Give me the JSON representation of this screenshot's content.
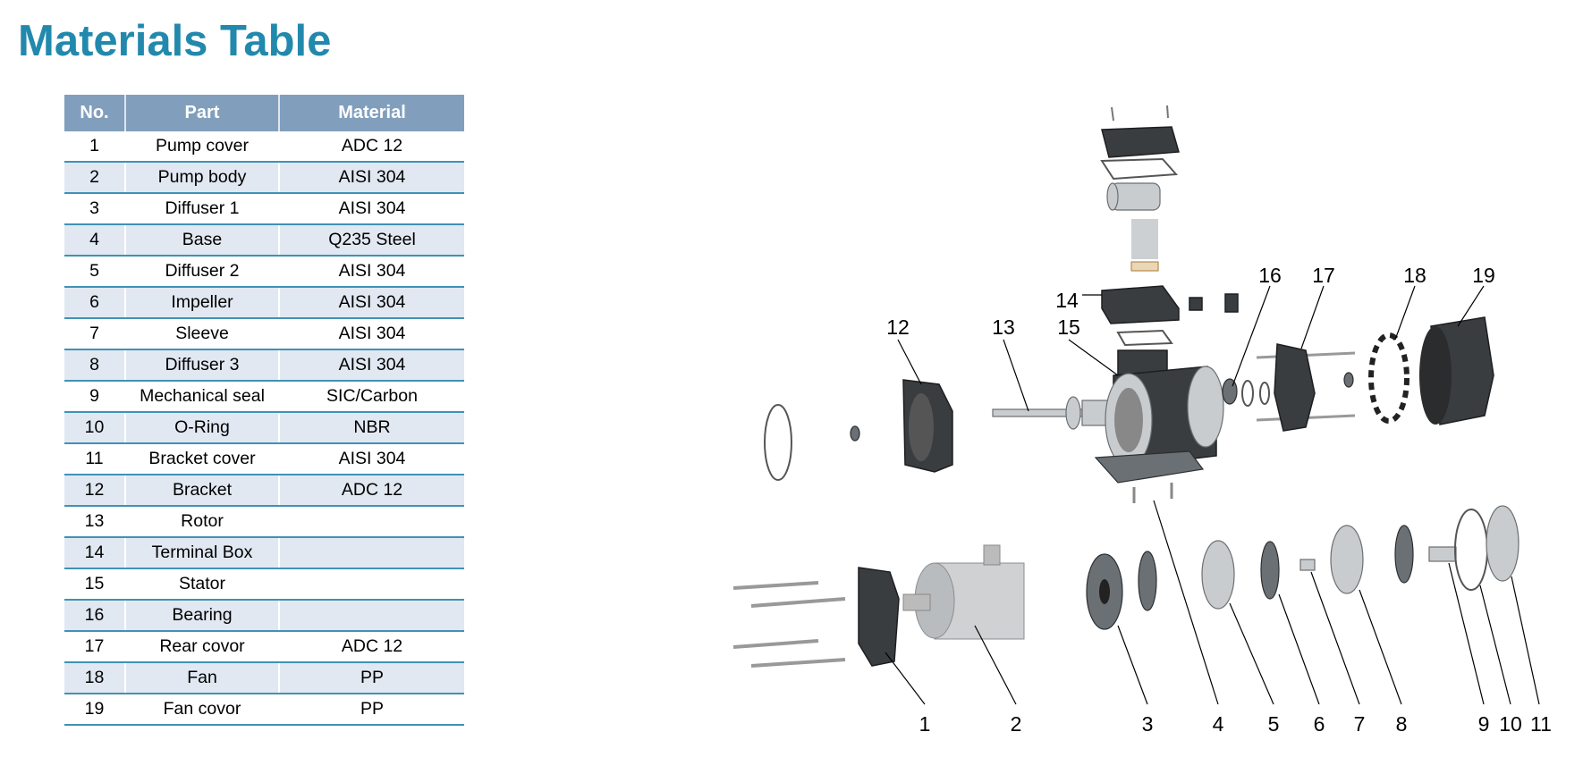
{
  "title": "Materials Table",
  "table": {
    "headers": [
      "No.",
      "Part",
      "Material"
    ],
    "rows": [
      [
        "1",
        "Pump cover",
        "ADC 12"
      ],
      [
        "2",
        "Pump body",
        "AISI 304"
      ],
      [
        "3",
        "Diffuser 1",
        "AISI 304"
      ],
      [
        "4",
        "Base",
        "Q235 Steel"
      ],
      [
        "5",
        "Diffuser 2",
        "AISI 304"
      ],
      [
        "6",
        "Impeller",
        "AISI 304"
      ],
      [
        "7",
        "Sleeve",
        "AISI 304"
      ],
      [
        "8",
        "Diffuser 3",
        "AISI 304"
      ],
      [
        "9",
        "Mechanical seal",
        "SIC/Carbon"
      ],
      [
        "10",
        "O-Ring",
        "NBR"
      ],
      [
        "11",
        "Bracket cover",
        "AISI 304"
      ],
      [
        "12",
        "Bracket",
        "ADC 12"
      ],
      [
        "13",
        "Rotor",
        ""
      ],
      [
        "14",
        "Terminal Box",
        ""
      ],
      [
        "15",
        "Stator",
        ""
      ],
      [
        "16",
        "Bearing",
        ""
      ],
      [
        "17",
        "Rear covor",
        "ADC 12"
      ],
      [
        "18",
        "Fan",
        "PP"
      ],
      [
        "19",
        "Fan covor",
        "PP"
      ]
    ]
  },
  "diagram": {
    "callouts": [
      "1",
      "2",
      "3",
      "4",
      "5",
      "6",
      "7",
      "8",
      "9",
      "10",
      "11",
      "12",
      "13",
      "14",
      "15",
      "16",
      "17",
      "18",
      "19"
    ]
  },
  "colors": {
    "title": "#2289ad",
    "header_bg": "#819fbd",
    "row_alt": "#e1e8f2",
    "row_rule": "#3f92b6"
  }
}
